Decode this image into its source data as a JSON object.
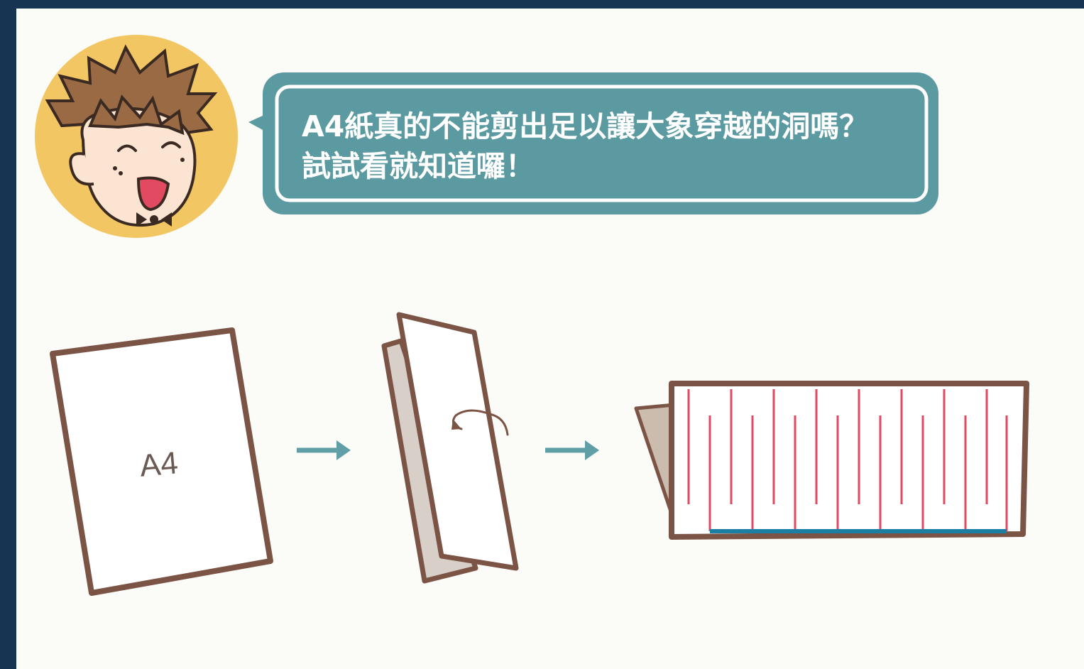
{
  "speech": {
    "line1": "A4紙真的不能剪出足以讓大象穿越的洞嗎？",
    "line2": "試試看就知道囉！"
  },
  "illustration": {
    "paper_label": "A4",
    "steps": [
      "a4-sheet",
      "folded-sheet",
      "cut-folded-sheet"
    ]
  },
  "colors": {
    "background": "#173553",
    "panel": "#fbfbf7",
    "bubble": "#5a9aa0",
    "paper_outline": "#7b5446",
    "cut_lines": "#e24a62",
    "fold_edge": "#1a7fa2",
    "arrow": "#5f9fa5",
    "avatar_circle": "#f3c664"
  }
}
